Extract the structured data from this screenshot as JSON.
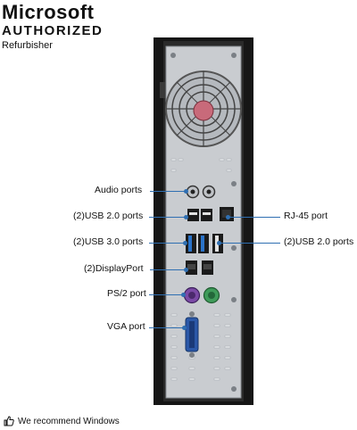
{
  "brand": {
    "line1": "Microsoft",
    "line2": "AUTHORIZED",
    "line3": "Refurbisher"
  },
  "labels": {
    "audio": "Audio ports",
    "usb20_left": "(2)USB 2.0 ports",
    "usb30": "(2)USB 3.0 ports",
    "displayport": "(2)DisplayPort",
    "ps2": "PS/2 port",
    "vga": "VGA port",
    "rj45": "RJ-45 port",
    "usb20_right": "(2)USB 2.0 ports"
  },
  "footer": {
    "text": "We recommend Windows",
    "icon": "thumbs-up-icon"
  },
  "colors": {
    "callout": "#2f6fb2",
    "chassis_frame": "#1a1a1a",
    "panel_metal": "#c9ccd0",
    "usb3_port": "#2a73c9",
    "ps2_purple": "#7b4aa6",
    "ps2_green": "#3f9b5a",
    "vga_blue": "#2b58a8",
    "fan_hub": "#c86a7a"
  }
}
